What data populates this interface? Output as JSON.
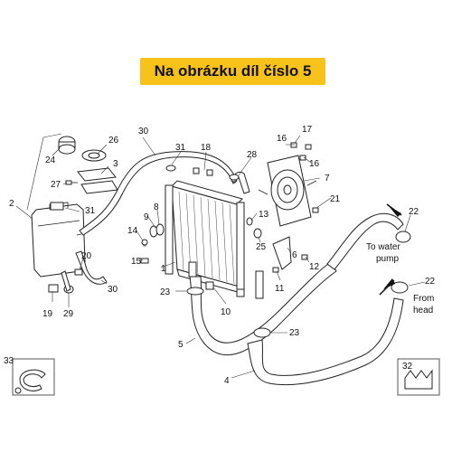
{
  "banner": {
    "title": "Na obrázku díl číslo 5"
  },
  "callouts": {
    "c1": "1",
    "c2": "2",
    "c3": "3",
    "c4": "4",
    "c5": "5",
    "c6": "6",
    "c7": "7",
    "c8": "8",
    "c9": "9",
    "c10": "10",
    "c11": "11",
    "c12": "12",
    "c13": "13",
    "c14": "14",
    "c15": "15",
    "c16a": "16",
    "c16b": "16",
    "c17": "17",
    "c18": "18",
    "c19": "19",
    "c20": "20",
    "c21": "21",
    "c22a": "22",
    "c22b": "22",
    "c23a": "23",
    "c23b": "23",
    "c24": "24",
    "c25": "25",
    "c26": "26",
    "c27": "27",
    "c28": "28",
    "c29": "29",
    "c30a": "30",
    "c30b": "30",
    "c31a": "31",
    "c31b": "31",
    "c32": "32",
    "c33": "33"
  },
  "notes": {
    "water_pump_line1": "To water",
    "water_pump_line2": "pump",
    "from_head_line1": "From",
    "from_head_line2": "head"
  }
}
